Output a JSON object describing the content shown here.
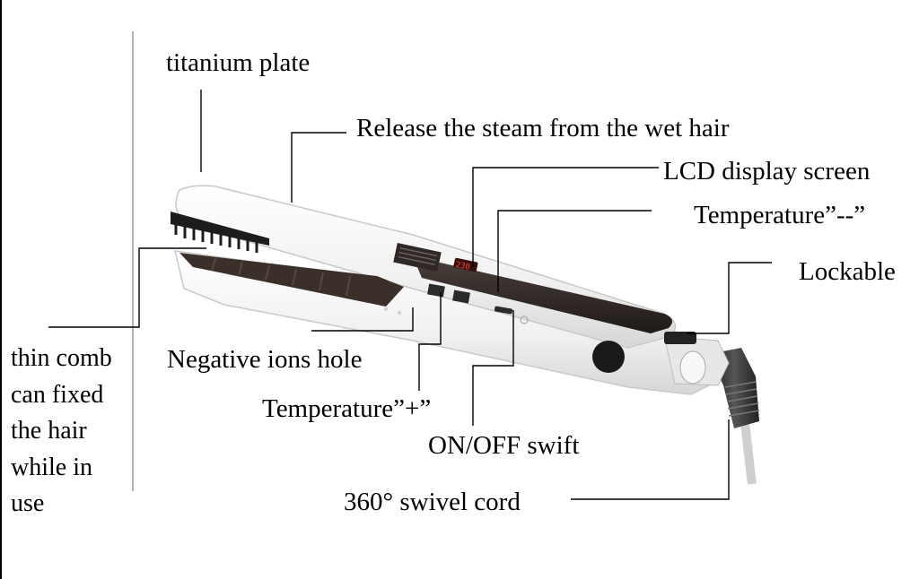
{
  "labels": {
    "titanium_plate": "titanium plate",
    "release_steam": "Release the steam from the wet hair",
    "lcd_display": "LCD  display screen",
    "temperature_minus": "Temperature”--”",
    "lockable": "Lockable",
    "thin_comb_lines": [
      "thin comb",
      "can fixed",
      "the hair",
      "while in",
      "use"
    ],
    "negative_ions": "Negative ions hole",
    "temperature_plus": "Temperature”+”",
    "on_off": "ON/OFF swift",
    "swivel_cord": "360°  swivel cord"
  },
  "device": {
    "lcd_readout": "230"
  },
  "colors": {
    "body": "#f2f2f2",
    "dark": "#2b2523",
    "lcd_text": "#c0392b",
    "cord": "#3a3a3a",
    "divider": "#b5b5b5"
  }
}
